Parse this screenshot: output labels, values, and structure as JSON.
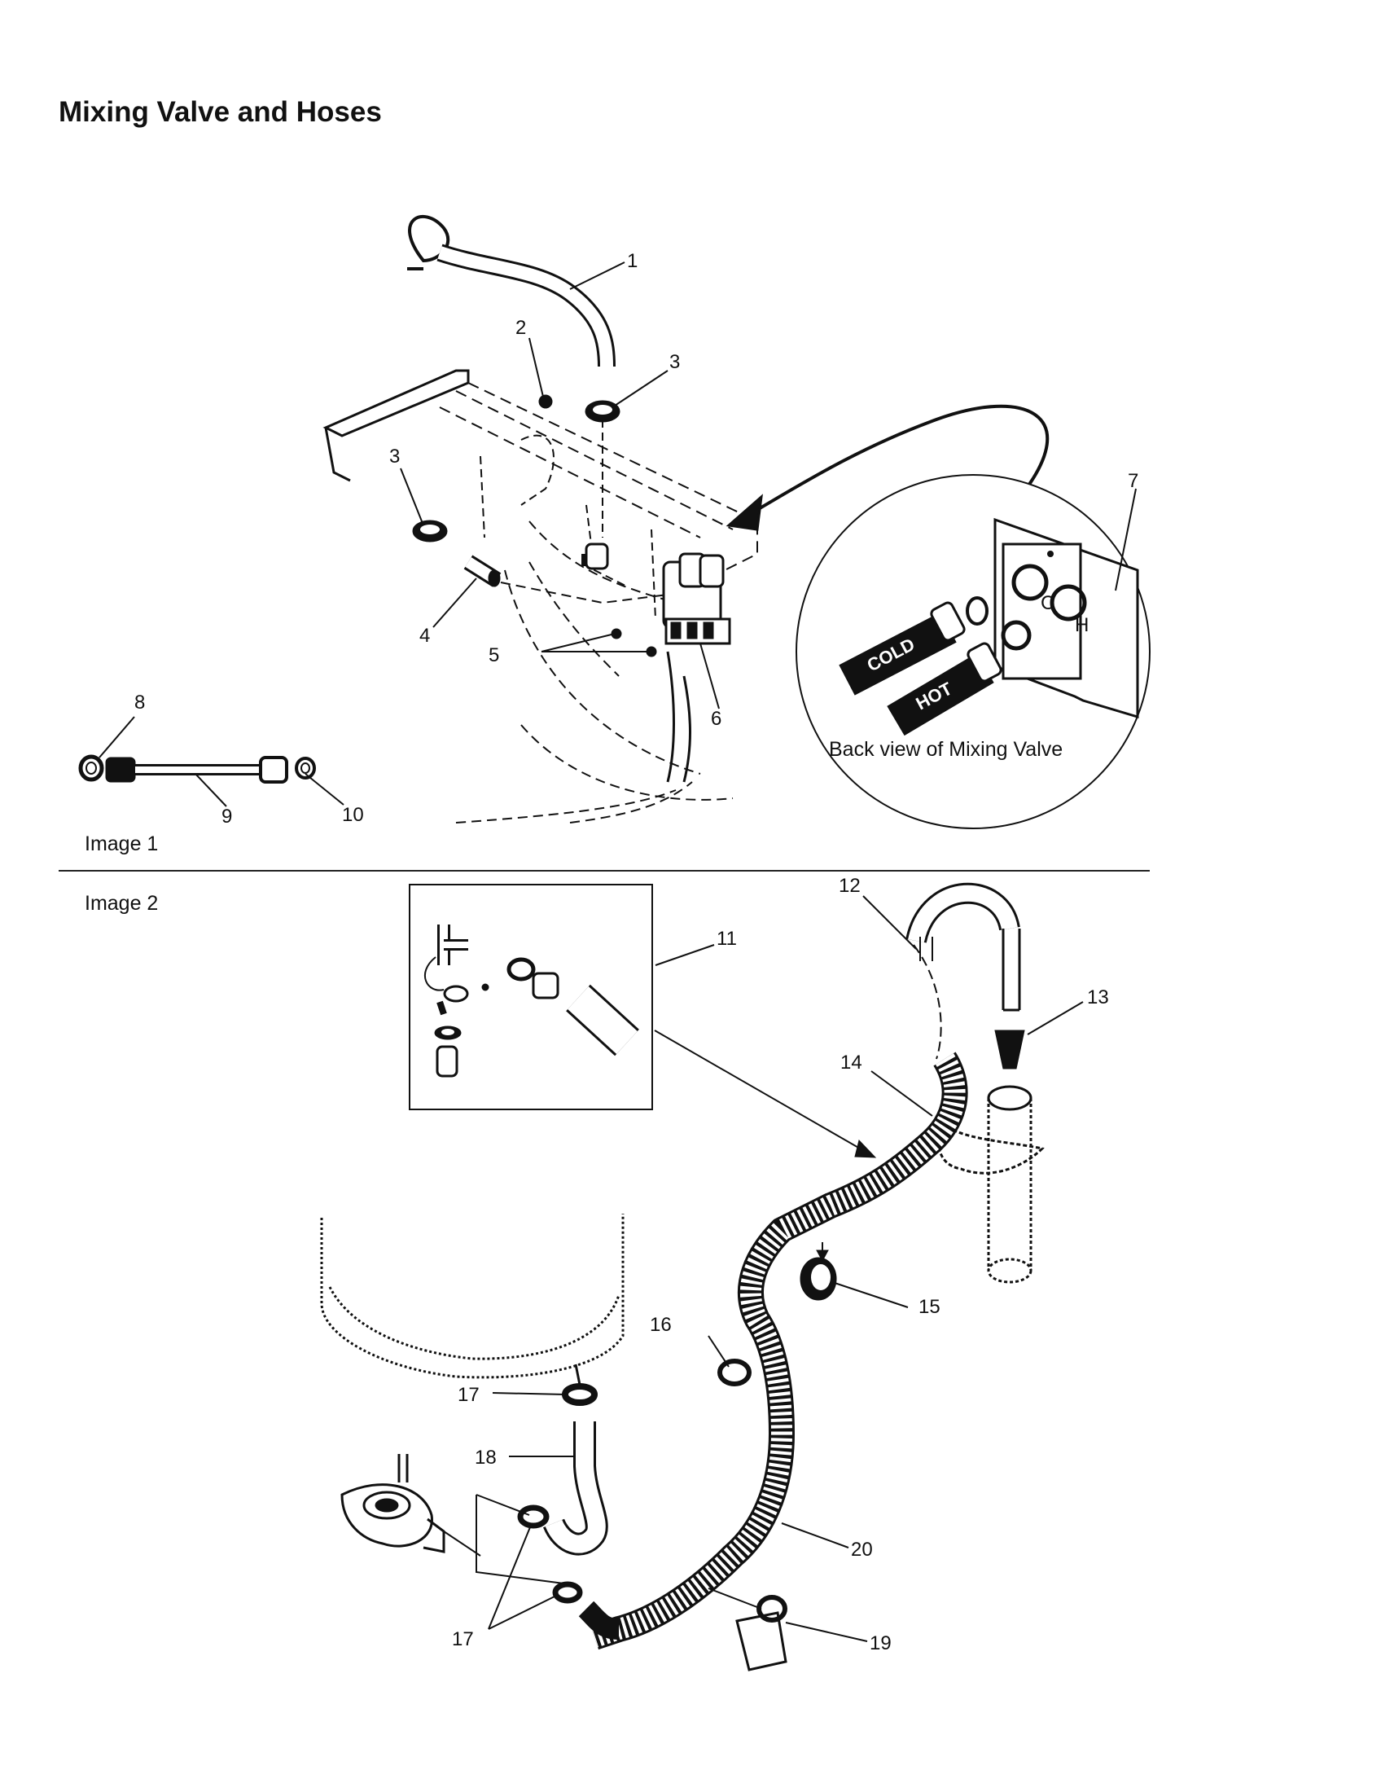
{
  "title": "Mixing Valve and Hoses",
  "image1_label": "Image 1",
  "image2_label": "Image 2",
  "inset_caption": "Back view of Mixing Valve",
  "inset_hose_labels": {
    "cold": "COLD",
    "hot": "HOT"
  },
  "inset_port_labels": {
    "cold": "C",
    "hot": "H"
  },
  "callouts": {
    "c1": "1",
    "c2": "2",
    "c3a": "3",
    "c3b": "3",
    "c4": "4",
    "c5": "5",
    "c6": "6",
    "c7": "7",
    "c8": "8",
    "c9": "9",
    "c10": "10",
    "c11": "11",
    "c12": "12",
    "c13": "13",
    "c14": "14",
    "c15": "15",
    "c16": "16",
    "c17a": "17",
    "c17b": "17",
    "c18": "18",
    "c19": "19",
    "c20": "20"
  }
}
